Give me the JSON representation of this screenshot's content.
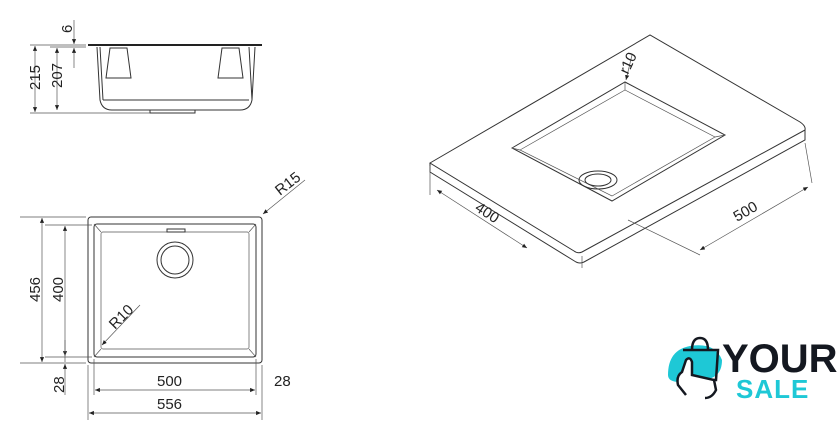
{
  "side_view": {
    "total_height": "215",
    "bowl_height": "207",
    "rim_thickness": "6"
  },
  "plan_view": {
    "outer_height": "456",
    "inner_height": "400",
    "bottom_margin": "28",
    "inner_width": "500",
    "right_margin": "28",
    "outer_width": "556",
    "outer_radius": "R15",
    "inner_radius": "R10"
  },
  "iso_view": {
    "depth": "400",
    "width": "500",
    "corner_radius": "r10"
  },
  "logo": {
    "line1": "YOUR",
    "line2": "SALE",
    "accent_color": "#1ec8d6",
    "dark_color": "#141820"
  }
}
